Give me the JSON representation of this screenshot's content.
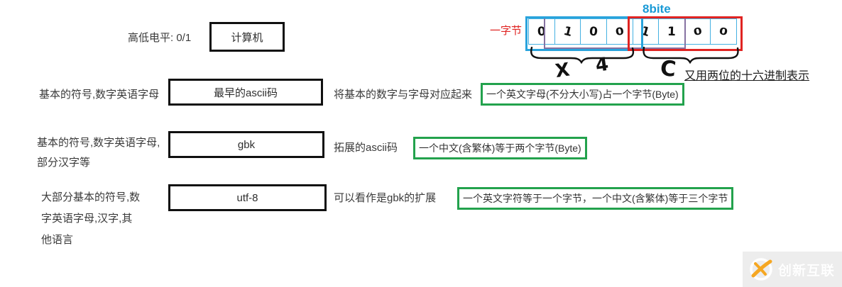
{
  "palette": {
    "blue": "#29a3dc",
    "red": "#e02422",
    "purple": "#8672a2",
    "green": "#23a24d",
    "black": "#101010",
    "watermark_orange": "#f6a722"
  },
  "top": {
    "level_label": "高低电平: 0/1",
    "computer_box": "计算机"
  },
  "byte_diagram": {
    "title": "8bite",
    "byte_label": "一字节",
    "bits": [
      "0",
      "1",
      "0",
      "0",
      "1",
      "1",
      "0",
      "0"
    ],
    "left_brace_label": "X 4",
    "right_brace_label": "C",
    "hex_note": "又用两位的十六进制表示"
  },
  "rows": [
    {
      "left_label": "基本的符号,数字英语字母",
      "box": "最早的ascii码",
      "middle": "将基本的数字与字母对应起来",
      "green": "一个英文字母(不分大小写)占一个字节(Byte)"
    },
    {
      "left_label": "基本的符号,数字英语字母,\n部分汉字等",
      "box": "gbk",
      "middle": "拓展的ascii码",
      "green": "一个中文(含繁体)等于两个字节(Byte)"
    },
    {
      "left_label": "大部分基本的符号,数\n字英语字母,汉字,其\n他语言",
      "box": "utf-8",
      "middle": "可以看作是gbk的扩展",
      "green": "一个英文字符等于一个字节，一个中文(含繁体)等于三个字节"
    }
  ],
  "watermark": {
    "text": "创新互联"
  }
}
